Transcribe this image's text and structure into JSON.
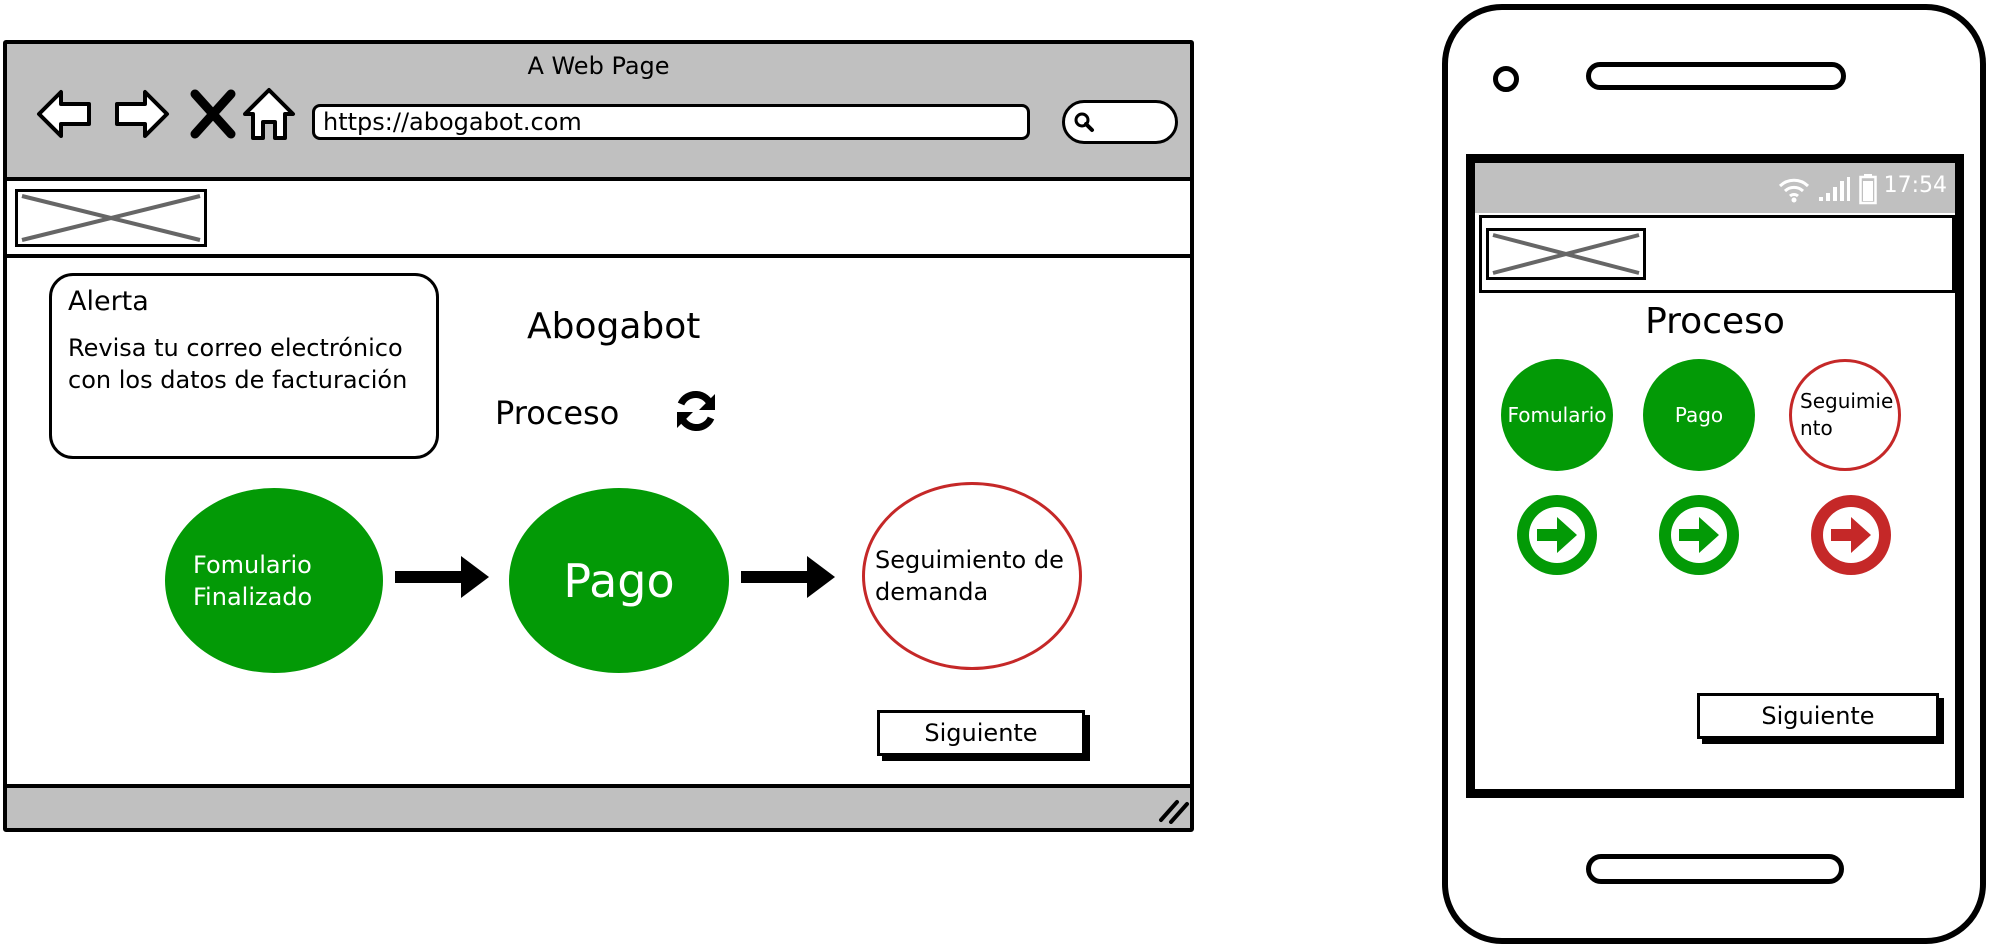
{
  "browser": {
    "title": "A Web Page",
    "url": "https://abogabot.com",
    "alert": {
      "title": "Alerta",
      "body": "Revisa tu correo electrónico con los datos de facturación"
    },
    "brand": "Abogabot",
    "process_label": "Proceso",
    "steps": [
      {
        "label": "Fomulario Finalizado",
        "status": "done"
      },
      {
        "label": "Pago",
        "status": "done"
      },
      {
        "label": "Seguimiento de demanda",
        "status": "pending"
      }
    ],
    "next_button": "Siguiente"
  },
  "phone": {
    "time": "17:54",
    "title": "Proceso",
    "steps": [
      {
        "label": "Fomulario",
        "status": "done"
      },
      {
        "label": "Pago",
        "status": "done"
      },
      {
        "label": "Seguimiento",
        "status": "pending"
      }
    ],
    "next_button": "Siguiente"
  },
  "colors": {
    "done": "#039a06",
    "pending": "#c52828",
    "chrome": "#c0c0c0"
  }
}
